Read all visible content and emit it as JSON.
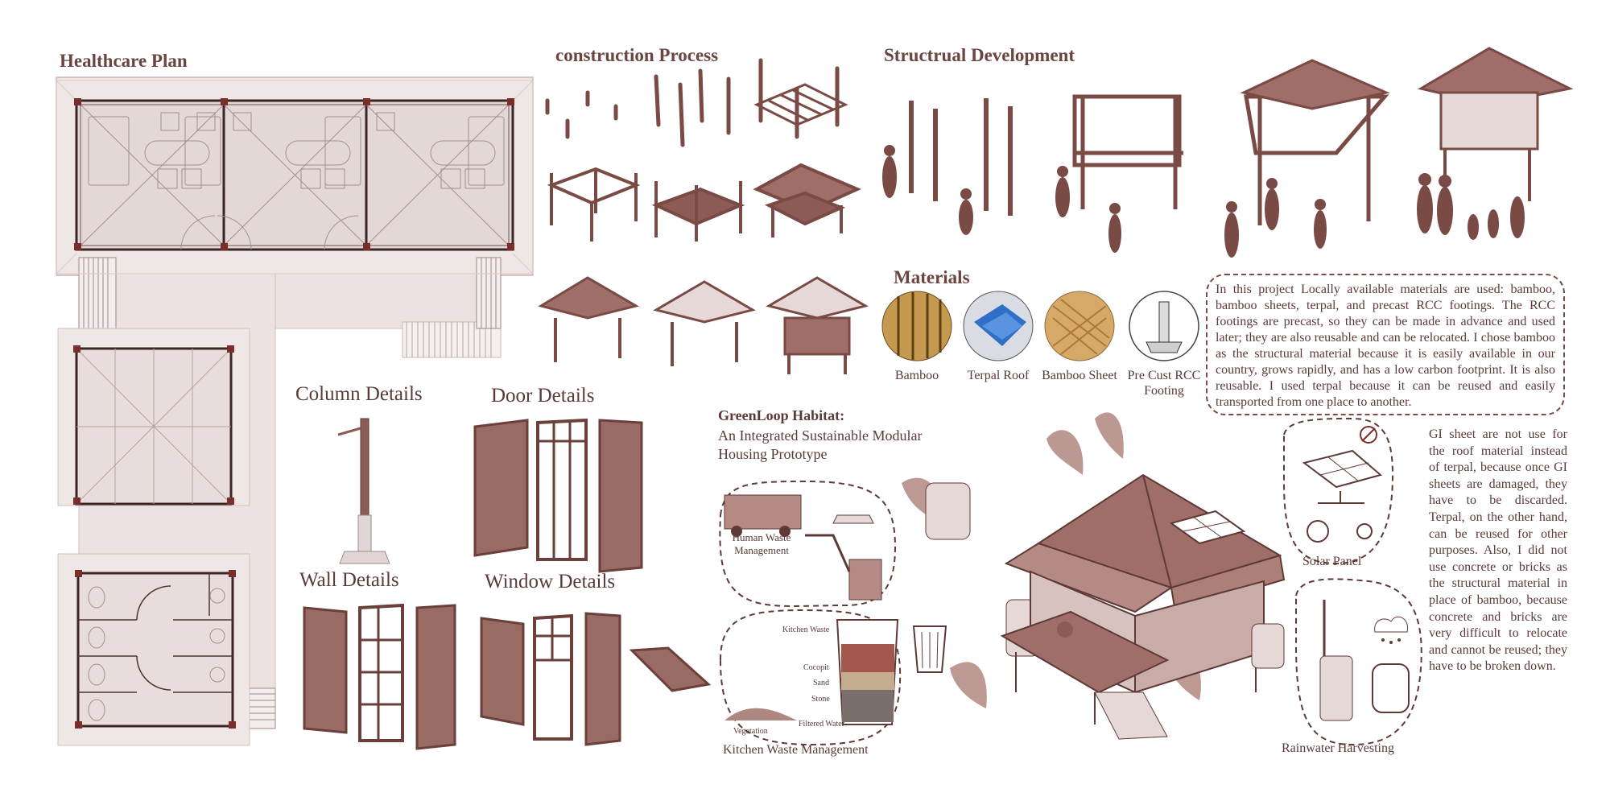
{
  "sections": {
    "healthcare_plan": "Healthcare Plan",
    "construction_process": "construction Process",
    "structural_development": "Structrual Development",
    "materials": "Materials",
    "column_details": "Column Details",
    "door_details": "Door Details",
    "wall_details": "Wall Details",
    "window_details": "Window Details"
  },
  "materials": [
    {
      "label": "Bamboo"
    },
    {
      "label": "Terpal Roof"
    },
    {
      "label": "Bamboo Sheet"
    },
    {
      "label": "Pre Cust RCC Footing"
    }
  ],
  "materials_note": "In this project Locally available materials are used: bamboo, bamboo sheets, terpal, and precast RCC footings. The RCC footings are precast, so they can be made in advance and used later; they are also reusable and can be relocated. I chose bamboo as the structural material because it is easily available in our country, grows rapidly, and has a low carbon footprint. It is also reusable. I used terpal because it can be reused and easily transported from one place to another.",
  "habitat": {
    "title": "GreenLoop Habitat:",
    "subtitle_line1": "An Integrated Sustainable Modular",
    "subtitle_line2": "Housing Prototype"
  },
  "systems": {
    "human_waste_line1": "Human Waste",
    "human_waste_line2": "Management",
    "kitchen_waste": "Kitchen Waste Management",
    "solar_panel": "Solar Panel",
    "rainwater": "Rainwater Harvesting"
  },
  "filter_layers": {
    "kitchen_waste": "Kitchen Waste",
    "cocopit": "Cocopit",
    "sand": "Sand",
    "stone": "Stone",
    "filtered_water": "Filtered Water",
    "vegetation": "Vegetation"
  },
  "roof_note": "GI sheet are not use for the roof material instead of terpal, because once GI sheets are damaged, they have to be discarded. Terpal, on the other hand, can be reused for other purposes. Also, I did not use concrete or bricks as the structural material in place of bamboo, because concrete and bricks are very difficult to relocate and cannot be reused; they have to be broken down.",
  "colors": {
    "accent": "#7a4a45",
    "fill_light": "#e9dedd",
    "fill_mid": "#b58a84"
  }
}
